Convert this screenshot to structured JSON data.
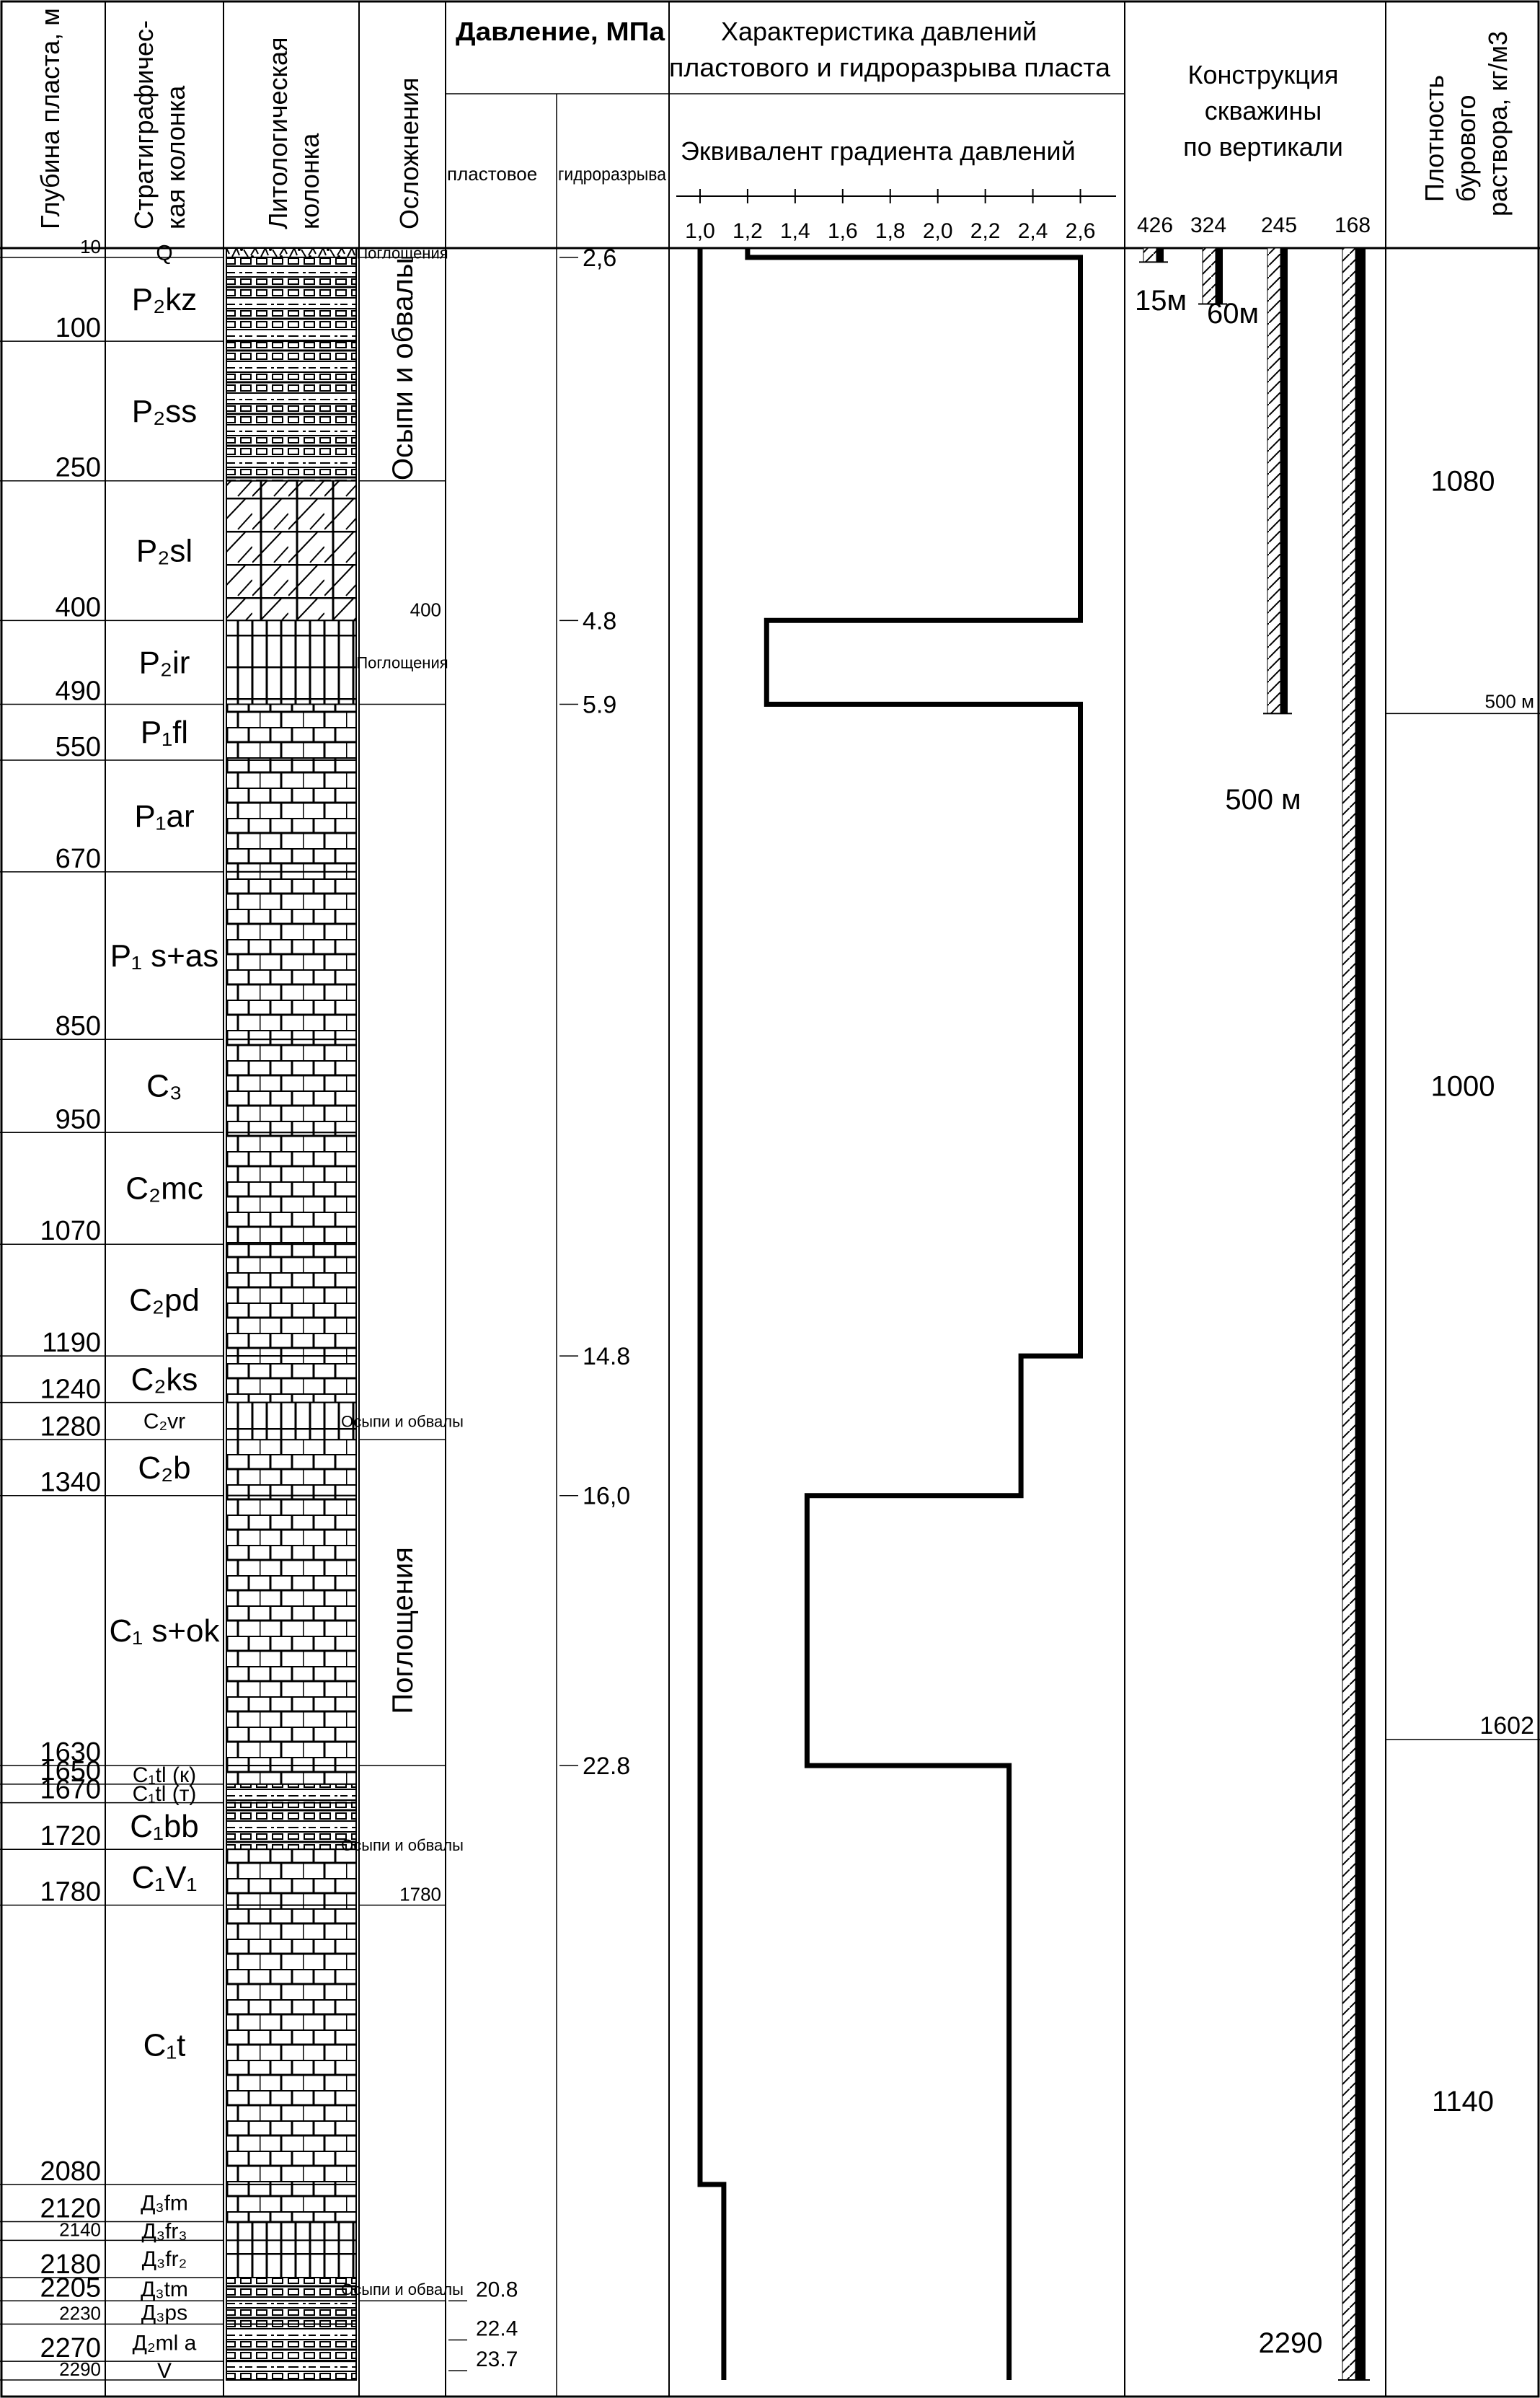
{
  "headers": {
    "depth": "Глубина пласта, м",
    "strat_1": "Стратиграфичес-",
    "strat_2": "кая колонка",
    "lith_1": "Литологическая",
    "lith_2": "колонка",
    "compl": "Осложнения",
    "pressure": "Давление, МПа",
    "p_form": "пластовое",
    "p_frac": "гидроразрыва",
    "char_1": "Характеристика   давлений",
    "char_2": "пластового и гидроразрыва пласта",
    "equiv": "Эквивалент градиента давлений",
    "constr_1": "Конструкция",
    "constr_2": "скважины",
    "constr_3": "по вертикали",
    "dens_1": "Плотность",
    "dens_2": "бурового",
    "dens_3": "раствора, кг/м3"
  },
  "depth_marks": [
    {
      "label": "10",
      "depth": 10
    },
    {
      "label": "100",
      "depth": 100
    },
    {
      "label": "250",
      "depth": 250
    },
    {
      "label": "400",
      "depth": 400
    },
    {
      "label": "490",
      "depth": 490
    },
    {
      "label": "550",
      "depth": 550
    },
    {
      "label": "670",
      "depth": 670
    },
    {
      "label": "850",
      "depth": 850
    },
    {
      "label": "950",
      "depth": 950
    },
    {
      "label": "1070",
      "depth": 1070
    },
    {
      "label": "1190",
      "depth": 1190
    },
    {
      "label": "1240",
      "depth": 1240
    },
    {
      "label": "1280",
      "depth": 1280
    },
    {
      "label": "1340",
      "depth": 1340
    },
    {
      "label": "1630",
      "depth": 1630
    },
    {
      "label": "1650",
      "depth": 1650
    },
    {
      "label": "1670",
      "depth": 1670
    },
    {
      "label": "1720",
      "depth": 1720
    },
    {
      "label": "1780",
      "depth": 1780
    },
    {
      "label": "2080",
      "depth": 2080
    },
    {
      "label": "2120",
      "depth": 2120
    },
    {
      "label": "2140",
      "depth": 2140
    },
    {
      "label": "2180",
      "depth": 2180
    },
    {
      "label": "2205",
      "depth": 2205
    },
    {
      "label": "2230",
      "depth": 2230
    },
    {
      "label": "2270",
      "depth": 2270
    },
    {
      "label": "2290",
      "depth": 2290
    }
  ],
  "strata": [
    {
      "from": 0,
      "to": 10,
      "label": "Q",
      "lith": "soil"
    },
    {
      "from": 10,
      "to": 100,
      "label": "P₂kz",
      "lith": "dots"
    },
    {
      "from": 100,
      "to": 250,
      "label": "P₂ss",
      "lith": "dots"
    },
    {
      "from": 250,
      "to": 400,
      "label": "P₂sl",
      "lith": "anhydrite"
    },
    {
      "from": 400,
      "to": 490,
      "label": "P₂ir",
      "lith": "dolomite"
    },
    {
      "from": 490,
      "to": 550,
      "label": "P₁fl",
      "lith": "limestone"
    },
    {
      "from": 550,
      "to": 670,
      "label": "P₁ar",
      "lith": "limestone"
    },
    {
      "from": 670,
      "to": 850,
      "label": "P₁ s+as",
      "lith": "limestone"
    },
    {
      "from": 850,
      "to": 950,
      "label": "C₃",
      "lith": "limestone"
    },
    {
      "from": 950,
      "to": 1070,
      "label": "C₂mc",
      "lith": "limestone"
    },
    {
      "from": 1070,
      "to": 1190,
      "label": "C₂pd",
      "lith": "limestone"
    },
    {
      "from": 1190,
      "to": 1240,
      "label": "C₂ks",
      "lith": "limestone"
    },
    {
      "from": 1240,
      "to": 1280,
      "label": "C₂vr",
      "lith": "dolomite"
    },
    {
      "from": 1280,
      "to": 1340,
      "label": "C₂b",
      "lith": "limestone"
    },
    {
      "from": 1340,
      "to": 1630,
      "label": "C₁ s+ok",
      "lith": "limestone"
    },
    {
      "from": 1630,
      "to": 1650,
      "label": "C₁tl (к)",
      "lith": "limestone"
    },
    {
      "from": 1650,
      "to": 1670,
      "label": "C₁tl (т)",
      "lith": "dots"
    },
    {
      "from": 1670,
      "to": 1720,
      "label": "C₁bb",
      "lith": "dots"
    },
    {
      "from": 1720,
      "to": 1780,
      "label": "C₁V₁",
      "lith": "limestone"
    },
    {
      "from": 1780,
      "to": 2080,
      "label": "C₁t",
      "lith": "limestone"
    },
    {
      "from": 2080,
      "to": 2120,
      "label": "Д₃fm",
      "lith": "limestone"
    },
    {
      "from": 2120,
      "to": 2140,
      "label": "Д₃fr₃",
      "lith": "dolomite"
    },
    {
      "from": 2140,
      "to": 2180,
      "label": "Д₃fr₂",
      "lith": "dolomite"
    },
    {
      "from": 2180,
      "to": 2205,
      "label": "Д₃tm",
      "lith": "dots"
    },
    {
      "from": 2205,
      "to": 2230,
      "label": "Д₃ps",
      "lith": "dots"
    },
    {
      "from": 2230,
      "to": 2270,
      "label": "Д₂ml a",
      "lith": "dots"
    },
    {
      "from": 2270,
      "to": 2290,
      "label": "V",
      "lith": "dots"
    }
  ],
  "complications": [
    {
      "from": 0,
      "to": 10,
      "label": "Поглощения"
    },
    {
      "from": 10,
      "to": 250,
      "label": "Осыпи и обвалы"
    },
    {
      "from": 400,
      "to": 400,
      "label": "400"
    },
    {
      "from": 400,
      "to": 490,
      "label": "Поглощения"
    },
    {
      "from": 1240,
      "to": 1280,
      "label": "Осыпи и обвалы"
    },
    {
      "from": 1340,
      "to": 1630,
      "label": "Поглощения"
    },
    {
      "from": 1650,
      "to": 1780,
      "label": "Осыпи и обвалы"
    },
    {
      "from": 1780,
      "to": 1780,
      "label": "1780"
    },
    {
      "from": 2180,
      "to": 2205,
      "label": "Осыпи и обвалы"
    }
  ],
  "formation_pressure": [
    {
      "depth": 2205,
      "label": "20.8"
    },
    {
      "depth": 2247,
      "label": "22.4"
    },
    {
      "depth": 2280,
      "label": "23.7"
    }
  ],
  "frac_pressure": [
    {
      "depth": 10,
      "label": "2,6"
    },
    {
      "depth": 400,
      "label": "4.8"
    },
    {
      "depth": 490,
      "label": "5.9"
    },
    {
      "depth": 1190,
      "label": "14.8"
    },
    {
      "depth": 1340,
      "label": "16,0"
    },
    {
      "depth": 1630,
      "label": "22.8"
    }
  ],
  "chart_data": {
    "type": "line",
    "xlabel": "Эквивалент градиента давлений",
    "xlim": [
      0.9,
      2.75
    ],
    "x_ticks": [
      "1,0",
      "1,2",
      "1,4",
      "1,6",
      "1,8",
      "2,0",
      "2,2",
      "2,4",
      "2,6"
    ],
    "x_tick_values": [
      1.0,
      1.2,
      1.4,
      1.6,
      1.8,
      2.0,
      2.2,
      2.4,
      2.6
    ],
    "ylim": [
      0,
      2290
    ],
    "series": [
      {
        "values": [
          [
            1.0,
            0
          ],
          [
            1.0,
            2080
          ],
          [
            1.1,
            2080
          ],
          [
            1.1,
            2290
          ]
        ]
      },
      {
        "values": [
          [
            1.2,
            0
          ],
          [
            1.2,
            10
          ],
          [
            2.6,
            10
          ],
          [
            2.6,
            400
          ],
          [
            1.28,
            400
          ],
          [
            1.28,
            490
          ],
          [
            2.6,
            490
          ],
          [
            2.6,
            1190
          ],
          [
            2.35,
            1190
          ],
          [
            2.35,
            1340
          ],
          [
            1.45,
            1340
          ],
          [
            1.45,
            1630
          ],
          [
            2.3,
            1630
          ],
          [
            2.3,
            2290
          ]
        ]
      }
    ]
  },
  "casing": {
    "diameters": [
      "426",
      "324",
      "245",
      "168"
    ],
    "labels": [
      {
        "text": "15м",
        "depth": 15
      },
      {
        "text": "60м",
        "depth": 60
      },
      {
        "text": "500 м",
        "depth": 500
      },
      {
        "text": "2290",
        "depth": 2290
      }
    ],
    "strings": [
      {
        "diameter": "426",
        "depth": 15
      },
      {
        "diameter": "324",
        "depth": 60
      },
      {
        "diameter": "245",
        "depth": 500
      },
      {
        "diameter": "168",
        "depth": 2290
      }
    ]
  },
  "density": {
    "values": [
      {
        "label": "1080",
        "depth": 250
      },
      {
        "label": "1000",
        "depth": 900
      },
      {
        "label": "1140",
        "depth": 1990
      }
    ],
    "boundaries": [
      {
        "label": "500 м",
        "depth": 500
      },
      {
        "label": "1602",
        "depth": 1602
      }
    ]
  }
}
